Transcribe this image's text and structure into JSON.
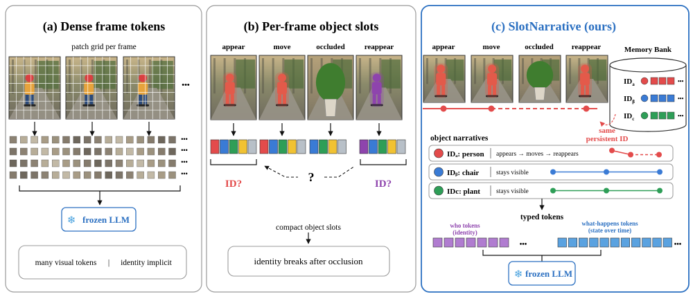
{
  "panel_a": {
    "title": "(a) Dense frame tokens",
    "subtitle": "patch grid per frame",
    "ellipsis": "•••",
    "llm_label": "frozen LLM",
    "footer_left": "many visual tokens",
    "footer_sep": "|",
    "footer_right": "identity implicit"
  },
  "panel_b": {
    "title": "(b) Per-frame object slots",
    "frame_labels": [
      "appear",
      "move",
      "occluded",
      "reappear"
    ],
    "id_left": "ID?",
    "question": "?",
    "id_right": "ID?",
    "compact_label": "compact object slots",
    "footer": "identity breaks after occlusion"
  },
  "panel_c": {
    "title": "(c) SlotNarrative (ours)",
    "frame_labels": [
      "appear",
      "move",
      "occluded",
      "reappear"
    ],
    "memory_bank_title": "Memory Bank",
    "memory_ids": [
      {
        "sym": "ID",
        "sub": "a",
        "color": "#e34b4b"
      },
      {
        "sym": "ID",
        "sub": "β",
        "color": "#3a7bd5"
      },
      {
        "sym": "ID",
        "sub": "c",
        "color": "#2e9e57"
      }
    ],
    "same_id_line1": "same",
    "same_id_line2": "persistent ID",
    "narratives_title": "object narratives",
    "narratives": [
      {
        "id": "IDₐ: person",
        "desc": "appears → moves → reappears",
        "color": "#e34b4b"
      },
      {
        "id": "IDᵦ: chair",
        "desc": "stays visible",
        "color": "#3a7bd5"
      },
      {
        "id": "IDc: plant",
        "desc": "stays visible",
        "color": "#2e9e57"
      }
    ],
    "typed_tokens_label": "typed tokens",
    "who_tokens_label": "who tokens",
    "who_tokens_sub": "(identity)",
    "what_tokens_label": "what-happens tokens",
    "what_tokens_sub": "(state over time)",
    "ellipsis": "•••",
    "llm_label": "frozen LLM"
  },
  "colors": {
    "red": "#e34b4b",
    "blue": "#3a7bd5",
    "green": "#2e9e57",
    "yellow": "#f1c232",
    "gray": "#b8c0c8",
    "purple": "#8e44ad",
    "accent": "#2a6fc1"
  }
}
